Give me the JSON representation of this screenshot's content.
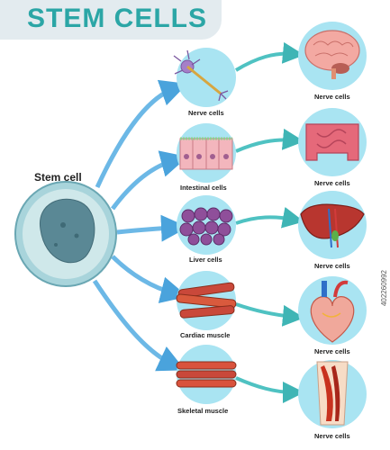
{
  "title": "STEM CELLS",
  "stem_cell_label": "Stem cell",
  "colors": {
    "accent": "#2ba6a6",
    "circle": "#9ed7ec",
    "arrow": "#4aa3dc",
    "banner": "#e3ebef"
  },
  "cells": [
    {
      "label": "Nerve cells",
      "icon": "neuron-icon"
    },
    {
      "label": "Intestinal cells",
      "icon": "intestinal-cells-icon"
    },
    {
      "label": "Liver cells",
      "icon": "liver-cells-icon"
    },
    {
      "label": "Cardiac muscle",
      "icon": "cardiac-muscle-icon"
    },
    {
      "label": "Skeletal muscle",
      "icon": "skeletal-muscle-icon"
    }
  ],
  "organs": [
    {
      "label": "Nerve cells",
      "icon": "brain-icon"
    },
    {
      "label": "Nerve cells",
      "icon": "intestine-icon"
    },
    {
      "label": "Nerve cells",
      "icon": "liver-icon"
    },
    {
      "label": "Nerve cells",
      "icon": "heart-icon"
    },
    {
      "label": "Nerve cells",
      "icon": "leg-muscle-icon"
    }
  ],
  "watermark": "402260992"
}
